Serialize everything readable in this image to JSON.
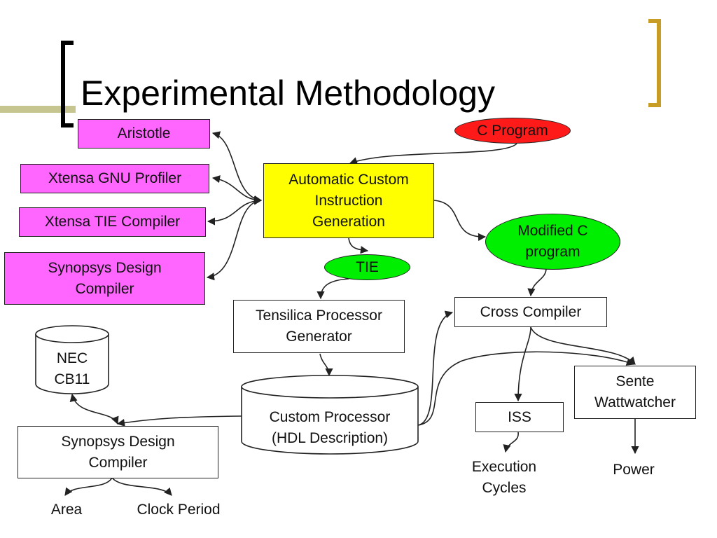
{
  "slide": {
    "title": "Experimental Methodology"
  },
  "colors": {
    "magenta_box": "#ff66ff",
    "yellow_box": "#ffff00",
    "red_ellipse": "#ff1a1a",
    "green_ellipse": "#00ee00",
    "left_bracket": "#000000",
    "right_bracket": "#c89d25",
    "decor_bar": "#c7c58f"
  },
  "tools": {
    "aristotle": "Aristotle",
    "gnu_profiler": "Xtensa GNU Profiler",
    "tie_compiler": "Xtensa TIE Compiler",
    "synopsys_top": "Synopsys Design\nCompiler"
  },
  "nodes": {
    "c_program": "C Program",
    "acig": "Automatic Custom\nInstruction\nGeneration",
    "modified_c": "Modified C\nprogram",
    "tie": "TIE",
    "tensilica": "Tensilica Processor\nGenerator",
    "cross_compiler": "Cross Compiler",
    "nec": "NEC\nCB11",
    "custom_processor": "Custom Processor\n(HDL Description)",
    "synopsys_bottom": "Synopsys Design\nCompiler",
    "iss": "ISS",
    "sente": "Sente\nWattwatcher"
  },
  "outputs": {
    "area": "Area",
    "clock_period": "Clock Period",
    "execution_cycles": "Execution\nCycles",
    "power": "Power"
  }
}
